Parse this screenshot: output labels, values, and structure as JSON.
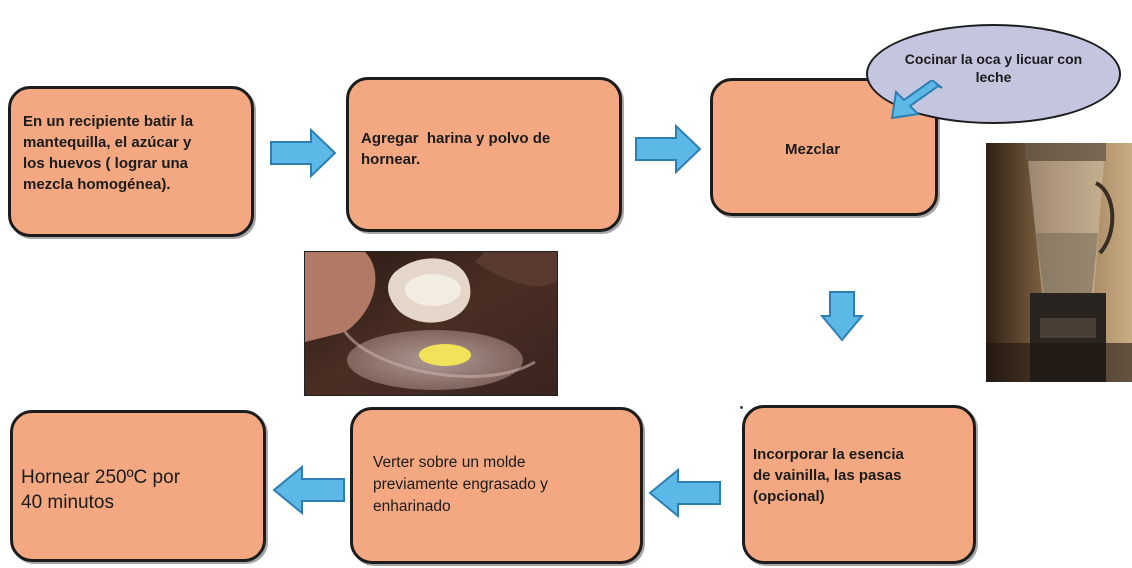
{
  "steps": {
    "step1": {
      "lines": [
        "En un recipiente batir la",
        "mantequilla, el azúcar y",
        "los huevos ( lograr una",
        "mezcla homogénea)."
      ]
    },
    "step2": {
      "lines": [
        "Agregar  harina y polvo de",
        "hornear."
      ]
    },
    "step3": {
      "lines": [
        "Mezclar"
      ]
    },
    "step4": {
      "lines": [
        "Incorporar la esencia",
        "de vainilla, las pasas",
        "(opcional)"
      ]
    },
    "step5": {
      "lines": [
        "Verter sobre un molde",
        "previamente engrasado y",
        "enharinado"
      ]
    },
    "step6": {
      "lines": [
        "Hornear 250ºC por",
        "40 minutos"
      ]
    }
  },
  "note": {
    "lines": [
      "Cocinar la oca y licuar con",
      "leche"
    ]
  },
  "colors": {
    "box_fill": "#f4a881",
    "box_border": "#1c1c1c",
    "arrow_fill": "#5cb8e6",
    "bubble_fill": "#c4c6e0"
  },
  "icons": {
    "arrow": "block-arrow",
    "photo_left": "mixing-bowl-photo",
    "photo_right": "blender-photo"
  }
}
